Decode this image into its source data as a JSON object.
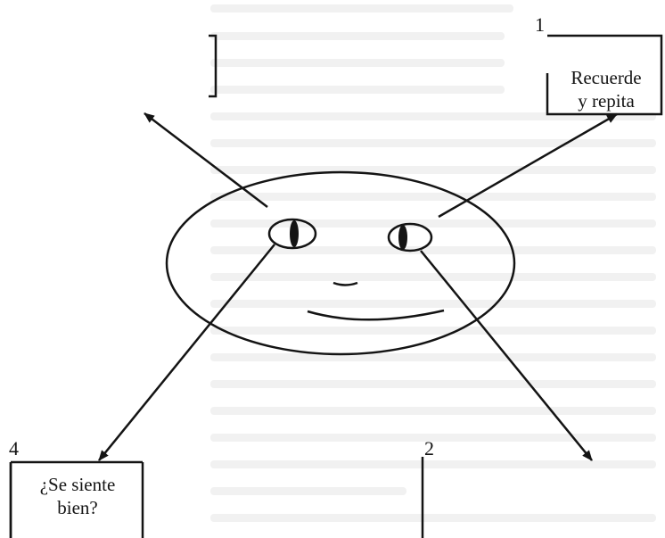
{
  "labels": {
    "corner_1": {
      "number": "1",
      "text_line1": "Recuerde",
      "text_line2": "y repita"
    },
    "corner_2": {
      "number": "2"
    },
    "corner_4": {
      "number": "4",
      "text_line1": "¿Se siente",
      "text_line2": "bien?"
    }
  },
  "colors": {
    "ink": "#141414",
    "background": "#ffffff",
    "bleed_text": "#bdbdbd"
  },
  "icons": {
    "face": "smiling-face-outline",
    "arrows": "four-diagonal-arrows"
  }
}
